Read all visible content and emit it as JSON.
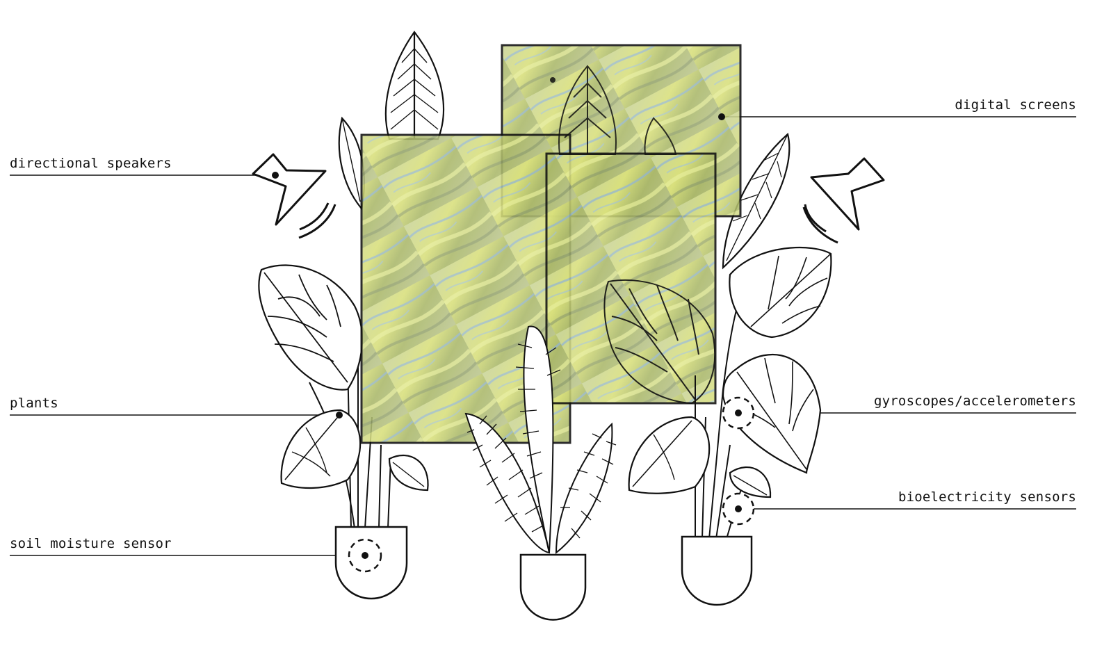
{
  "labels": {
    "directional_speakers": "directional speakers",
    "plants": "plants",
    "soil_moisture_sensor": "soil moisture sensor",
    "digital_screens": "digital screens",
    "gyroscopes_accelerometers": "gyroscopes/accelerometers",
    "bioelectricity_sensors": "bioelectricity sensors"
  },
  "colors": {
    "line": "#111111",
    "screen_tint_light": "#d6e08a",
    "screen_tint_mid": "#b7c66a",
    "screen_tint_blue": "#8fb4d8",
    "screen_tint_grey": "#a9b39a"
  },
  "icons": {
    "speaker": "directional-speaker-icon",
    "sensor": "dashed-circle-sensor-icon",
    "pot": "plant-pot-icon"
  }
}
